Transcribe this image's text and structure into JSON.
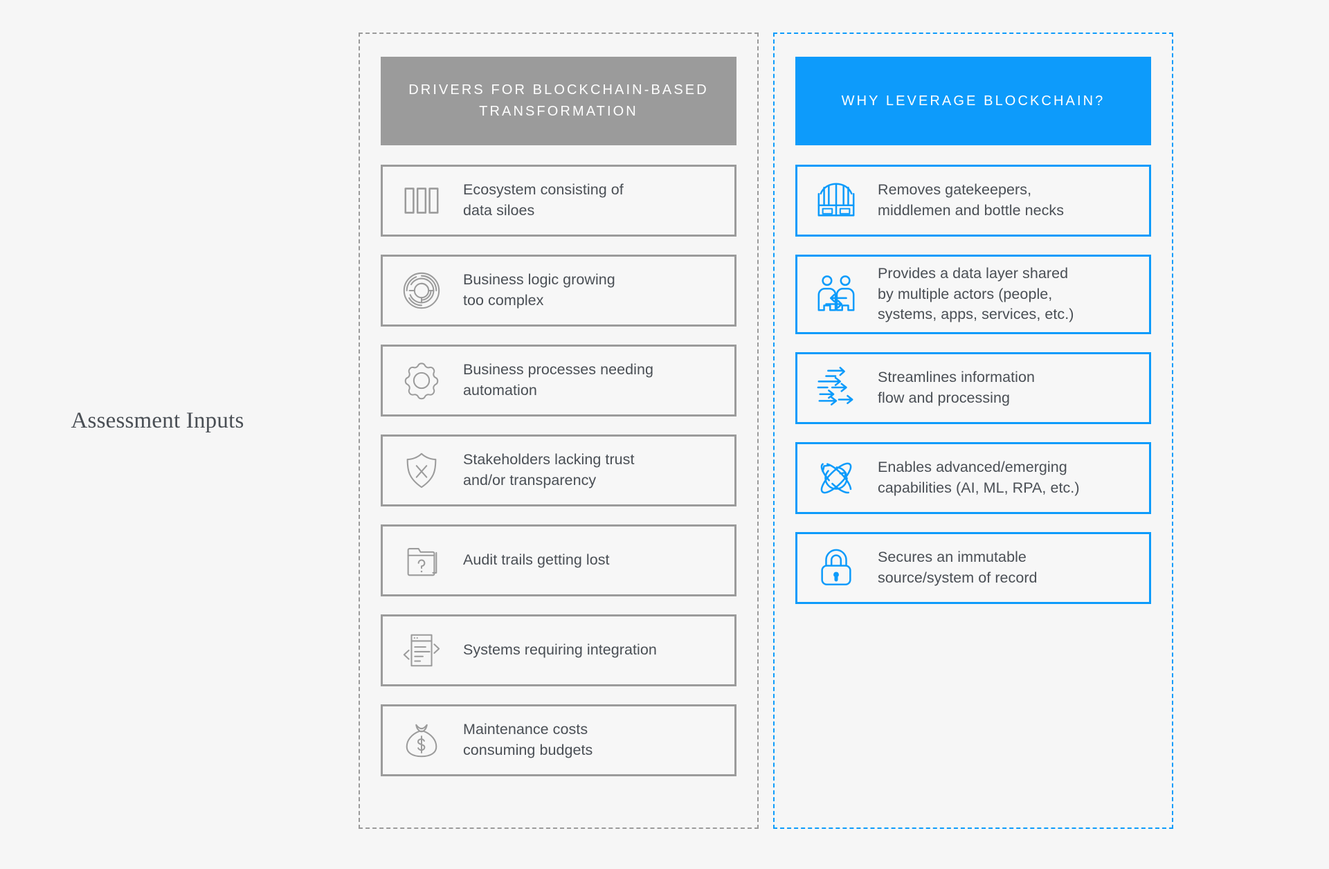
{
  "caption": "Assessment Inputs",
  "colors": {
    "gray": "#9b9b9b",
    "blue": "#0d9bfb",
    "text": "#4a4f55",
    "background": "#f6f6f6",
    "card_fill": "#f7f7f7"
  },
  "columns": [
    {
      "id": "drivers",
      "accent": "gray",
      "header": "DRIVERS FOR BLOCKCHAIN-BASED TRANSFORMATION",
      "items": [
        {
          "icon": "silos-icon",
          "lines": [
            "Ecosystem consisting of",
            "data siloes"
          ]
        },
        {
          "icon": "maze-icon",
          "lines": [
            "Business logic growing",
            "too complex"
          ]
        },
        {
          "icon": "gear-icon",
          "lines": [
            "Business processes needing",
            "automation"
          ]
        },
        {
          "icon": "shield-x-icon",
          "lines": [
            "Stakeholders lacking trust",
            "and/or transparency"
          ]
        },
        {
          "icon": "folder-question-icon",
          "lines": [
            "Audit trails getting lost"
          ]
        },
        {
          "icon": "document-exchange-icon",
          "lines": [
            "Systems requiring integration"
          ]
        },
        {
          "icon": "money-bag-icon",
          "lines": [
            "Maintenance costs",
            "consuming budgets"
          ]
        }
      ]
    },
    {
      "id": "why-blockchain",
      "accent": "blue",
      "header": "WHY LEVERAGE BLOCKCHAIN?",
      "items": [
        {
          "icon": "gate-icon",
          "lines": [
            "Removes gatekeepers,",
            "middlemen and bottle necks"
          ]
        },
        {
          "icon": "people-exchange-icon",
          "lines": [
            "Provides a data layer shared",
            "by multiple actors (people,",
            "systems, apps, services, etc.)"
          ]
        },
        {
          "icon": "arrows-flow-icon",
          "lines": [
            "Streamlines information",
            "flow and processing"
          ]
        },
        {
          "icon": "orbit-atom-icon",
          "lines": [
            "Enables advanced/emerging",
            "capabilities (AI, ML, RPA, etc.)"
          ]
        },
        {
          "icon": "lock-icon",
          "lines": [
            "Secures an immutable",
            "source/system of record"
          ]
        }
      ]
    }
  ]
}
